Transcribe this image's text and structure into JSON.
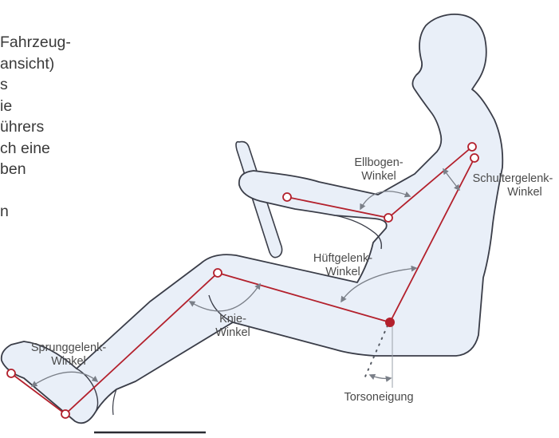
{
  "intro_text": {
    "lines": [
      "Fahrzeug-",
      "ansicht)",
      "s",
      "ie",
      "ührers",
      "ch eine",
      "ben",
      "",
      "n"
    ]
  },
  "labels": {
    "elbow_1": "Ellbogen-",
    "elbow_2": "Winkel",
    "shoulder_1": "Schultergelenk-",
    "shoulder_2": "Winkel",
    "hip_1": "Hüftgelenk-",
    "hip_2": "Winkel",
    "knee_1": "Knie-",
    "knee_2": "Winkel",
    "ankle_1": "Sprunggelenk-",
    "ankle_2": "Winkel",
    "torso": "Torsoneigung"
  },
  "colors": {
    "skeleton": "#b3202c",
    "body_fill": "#e9eff8",
    "body_stroke": "#3a3d48",
    "arrow": "#7a7f88",
    "text": "#4a4a4a"
  },
  "icons": {
    "joint_marker": "circle-outline",
    "hip_marker": "circle-filled"
  }
}
